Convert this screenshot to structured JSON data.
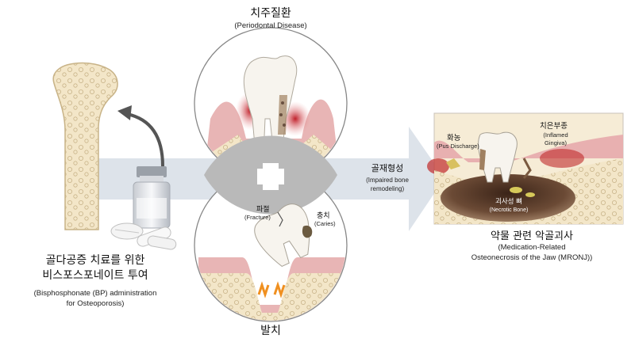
{
  "top": {
    "title_ko": "치주질환",
    "title_en": "(Periodontal Disease)"
  },
  "bottom": {
    "title_ko": "발치",
    "fracture_ko": "파절",
    "fracture_en": "(Fracture)",
    "caries_ko": "충치",
    "caries_en": "(Caries)"
  },
  "left": {
    "line1": "골다공증 치료를 위한",
    "line2": "비스포스포네이트 투여",
    "en1": "(Bisphosphonate (BP) administration",
    "en2": "for Osteoporosis)"
  },
  "middle": {
    "title_ko": "골재형성",
    "en1": "(Impaired bone",
    "en2": "remodeling)"
  },
  "right": {
    "pus_ko": "화농",
    "pus_en": "(Pus Discharge)",
    "gingiva_ko": "치은부종",
    "gingiva_en1": "(Inflamed",
    "gingiva_en2": "Gingiva)",
    "bone_ko": "괴사성 뼈",
    "bone_en": "(Necrotic Bone)",
    "title_ko": "약물 관련 악골괴사",
    "en1": "(Medication-Related",
    "en2": "Osteonecrosis of the Jaw (MRONJ))"
  },
  "colors": {
    "arrow": "#dde3ea",
    "bone": "#f1e2c0",
    "gum": "#e0a0a0",
    "necrotic": "#5a4030"
  }
}
